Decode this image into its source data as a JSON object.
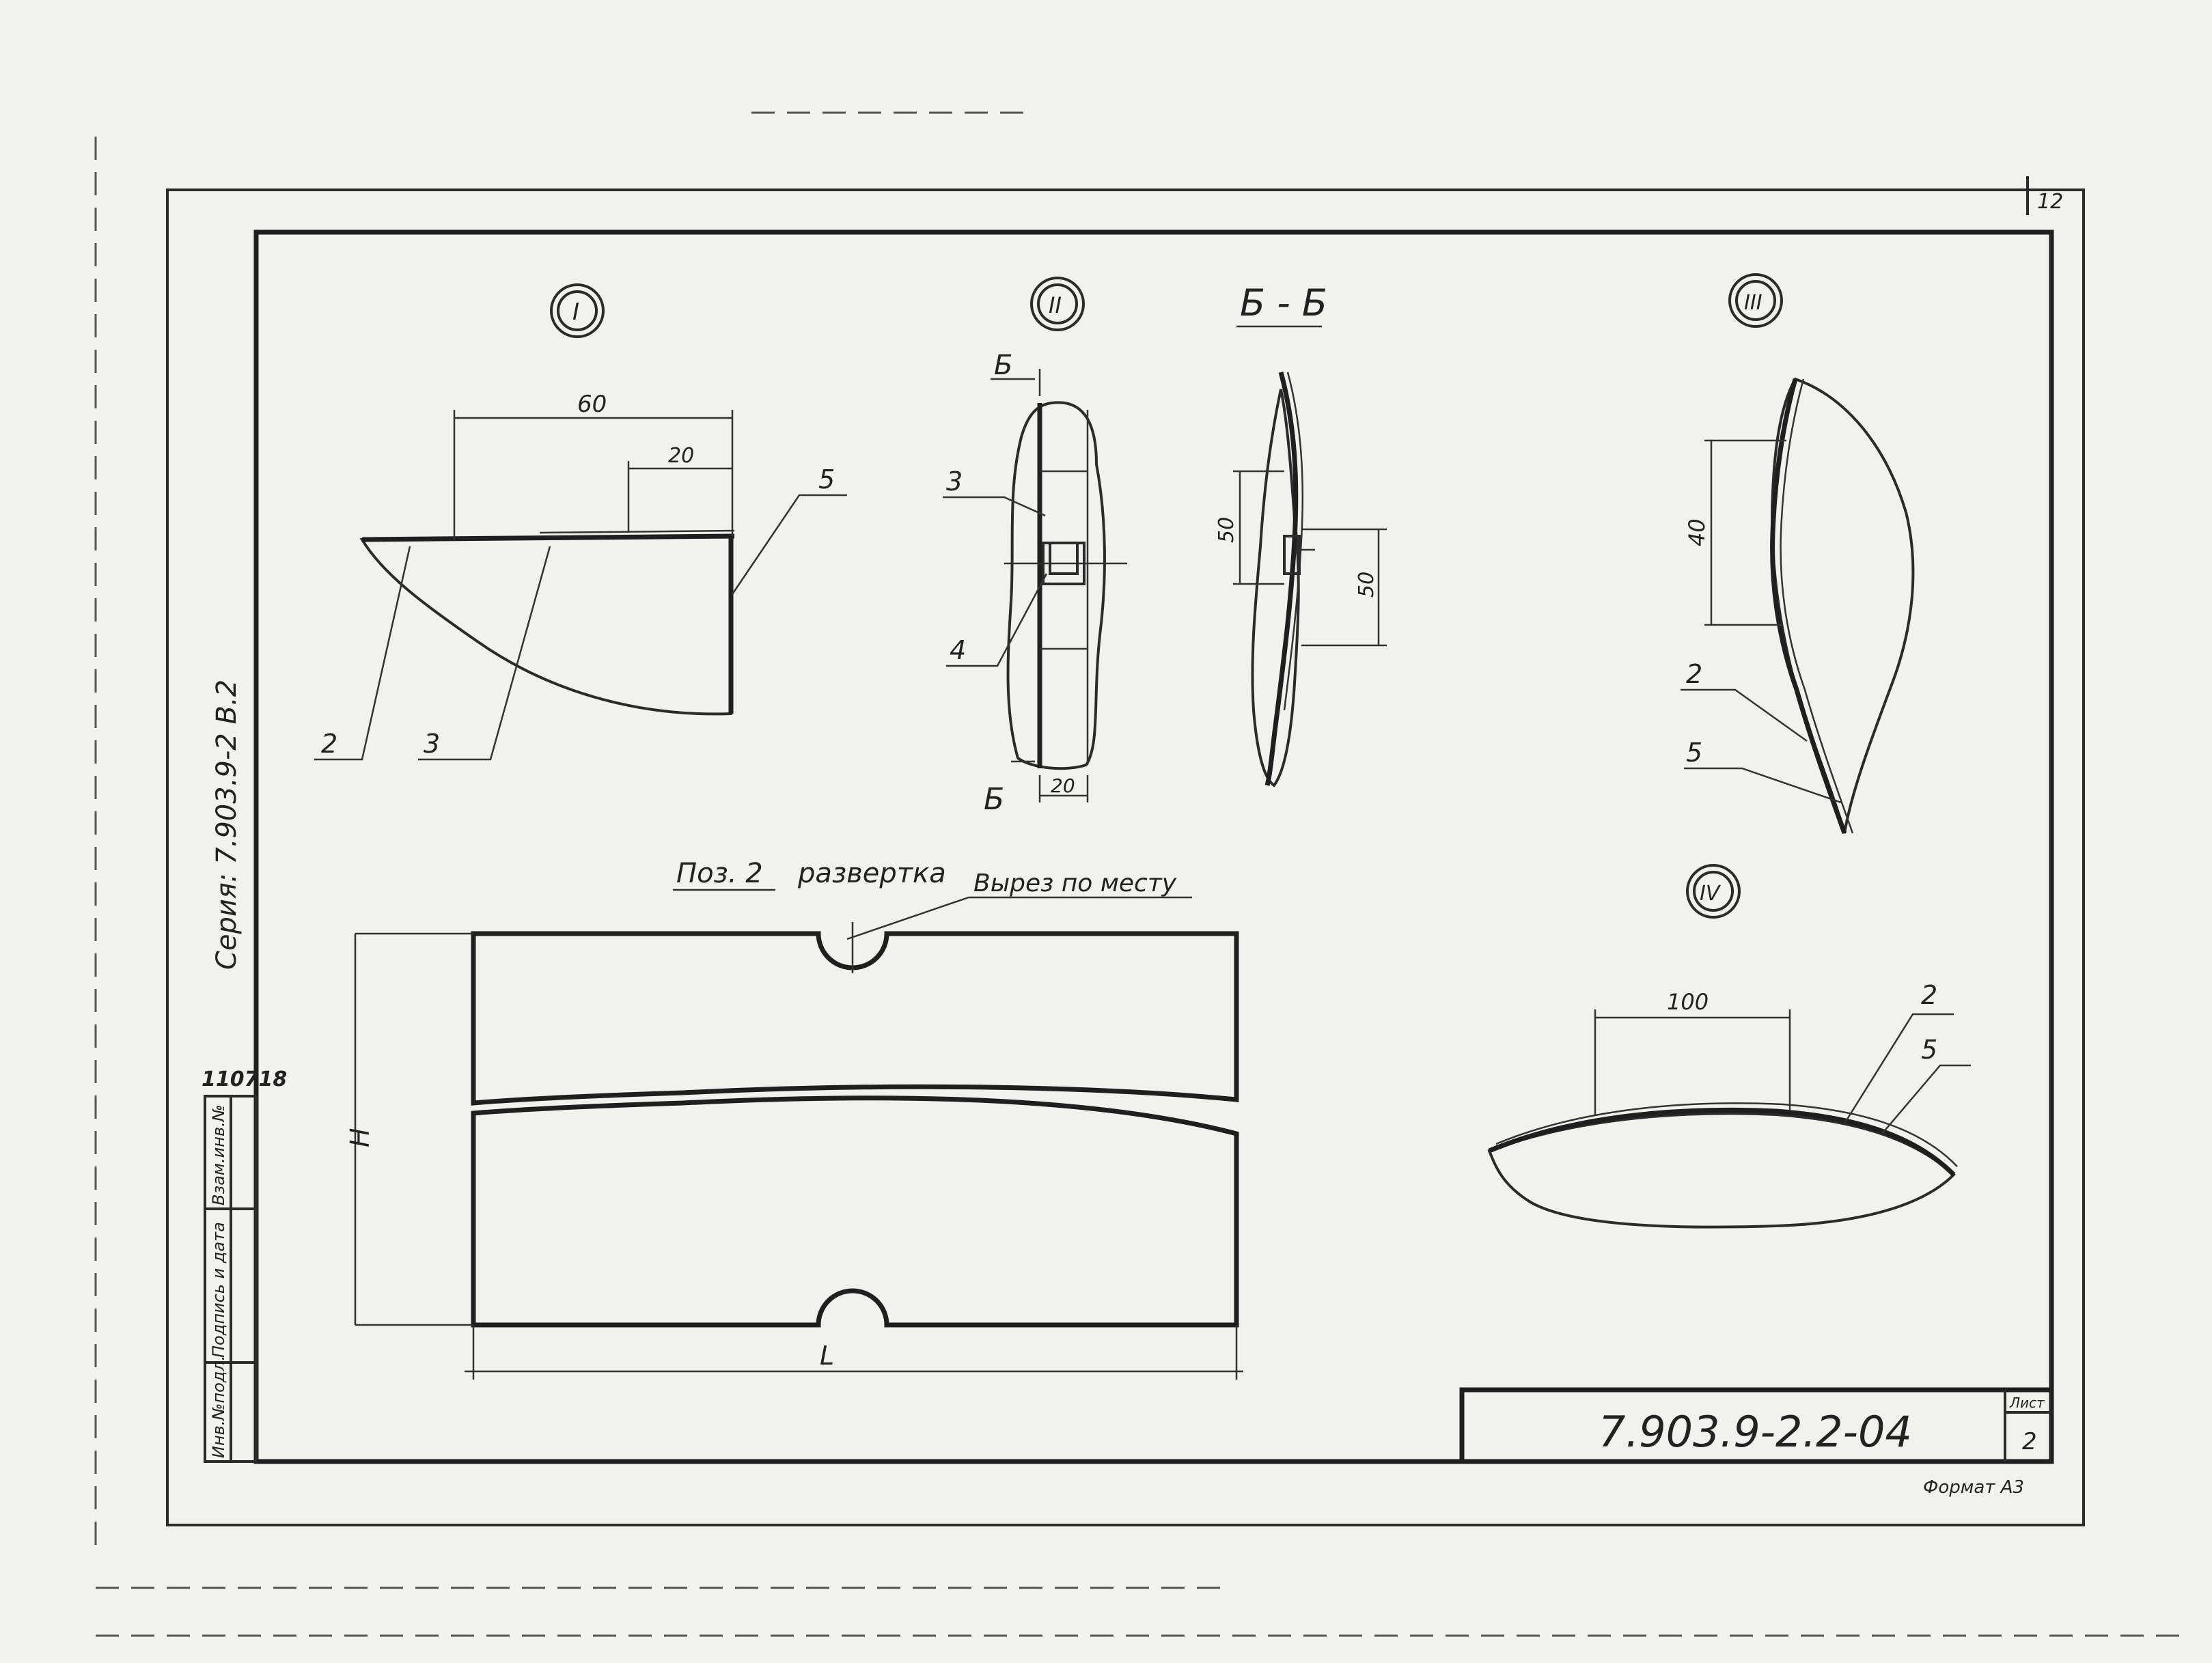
{
  "sheet": {
    "corner_number": "12",
    "series_label": "Серия: 7.903.9-2 В.2",
    "archive_number": "110718",
    "format_label": "Формат А3",
    "stamp_fields": [
      "Инв.№подл.",
      "Подпись и дата",
      "Взам.инв.№"
    ],
    "title_block": {
      "designation": "7.903.9-2.2-04",
      "sheet_header": "Лист",
      "sheet_number": "2"
    }
  },
  "views": {
    "I": {
      "marker": "I",
      "dim_width": "60",
      "dim_offset": "20",
      "callouts": [
        "2",
        "3",
        "5"
      ]
    },
    "II": {
      "marker": "II",
      "section_mark": "Б",
      "dim_bottom": "20",
      "callouts": [
        "3",
        "4"
      ]
    },
    "section_BB": {
      "title": "Б - Б",
      "dim_left": "50",
      "dim_right": "50"
    },
    "III": {
      "marker": "III",
      "dim": "40",
      "callouts": [
        "2",
        "5"
      ]
    },
    "IV": {
      "marker": "IV",
      "dim": "100",
      "callouts": [
        "2",
        "5"
      ]
    },
    "development": {
      "title": "Поз. 2",
      "subtitle": "развертка",
      "note": "Вырез по месту",
      "dim_height": "H",
      "dim_length": "L"
    }
  }
}
